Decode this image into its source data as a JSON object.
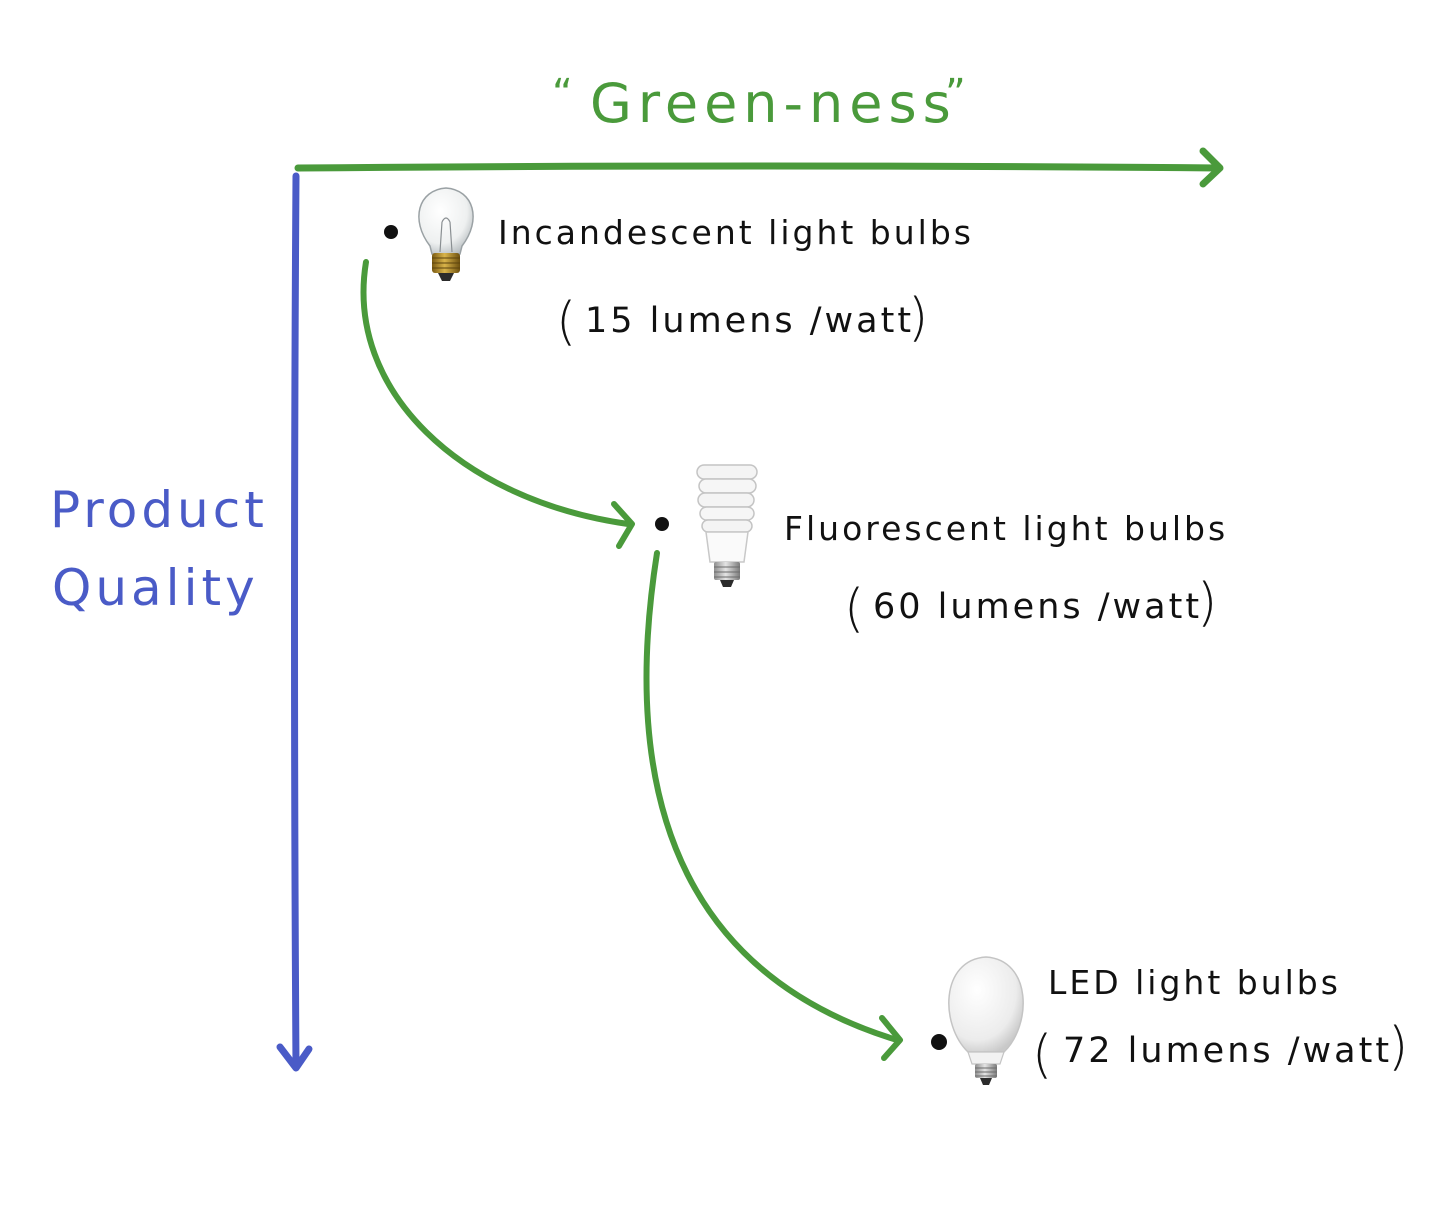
{
  "colors": {
    "green": "#4a9a3b",
    "blue": "#4a5bc7",
    "ink": "#111111"
  },
  "x_axis": {
    "open_quote": "“",
    "label": "Green-ness",
    "close_quote": "”"
  },
  "y_axis": {
    "line1": "Product",
    "line2": "Quality"
  },
  "items": [
    {
      "icon": "incandescent-bulb-icon",
      "name": "Incandescent light bulbs",
      "efficiency": "15 lumens /watt"
    },
    {
      "icon": "fluorescent-bulb-icon",
      "name": "Fluorescent light bulbs",
      "efficiency": "60 lumens /watt"
    },
    {
      "icon": "led-bulb-icon",
      "name": "LED light bulbs",
      "efficiency": "72 lumens /watt"
    }
  ],
  "parens": {
    "open": "(",
    "close": ")"
  }
}
